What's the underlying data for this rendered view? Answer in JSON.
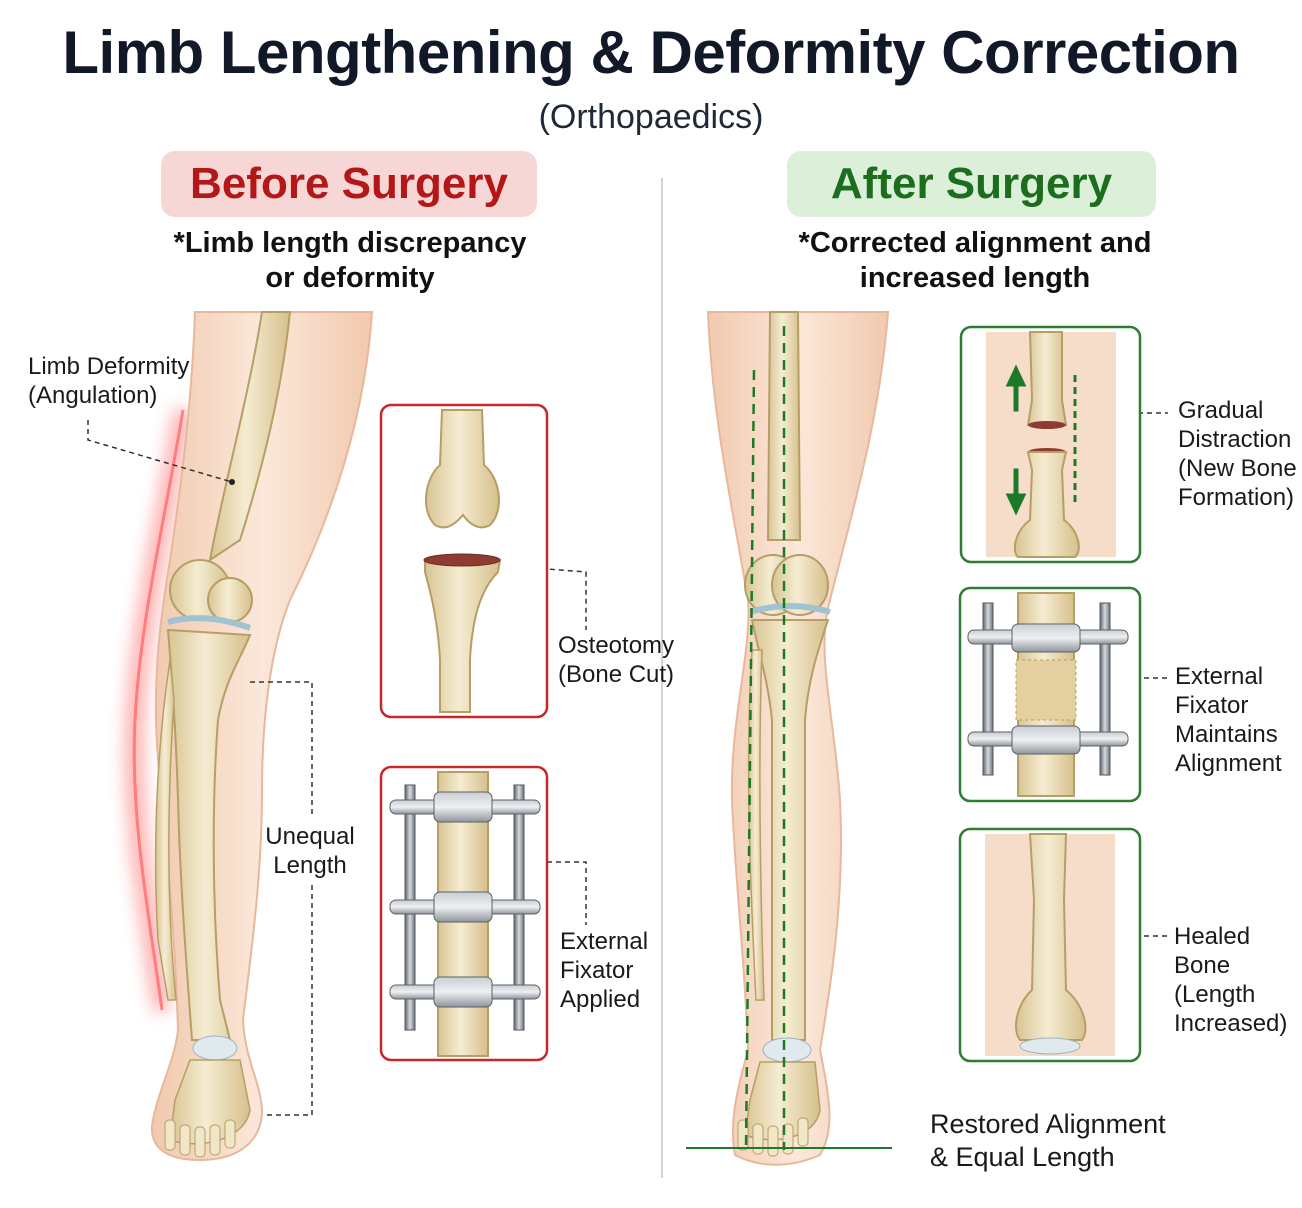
{
  "header": {
    "title": "Limb Lengthening & Deformity Correction",
    "subtitle": "(Orthopaedics)"
  },
  "before": {
    "heading": "Before Surgery",
    "note_line1": "*Limb length discrepancy",
    "note_line2": "or deformity",
    "labels": {
      "deformity_1": "Limb Deformity",
      "deformity_2": "(Angulation)",
      "unequal_1": "Unequal",
      "unequal_2": "Length",
      "osteotomy_1": "Osteotomy",
      "osteotomy_2": "(Bone Cut)",
      "fixator_1": "External",
      "fixator_2": "Fixator",
      "fixator_3": "Applied"
    }
  },
  "after": {
    "heading": "After Surgery",
    "note_line1": "*Corrected alignment and",
    "note_line2": "increased length",
    "labels": {
      "distraction_1": "Gradual",
      "distraction_2": "Distraction",
      "distraction_3": "(New Bone",
      "distraction_4": "Formation)",
      "fixator_1": "External",
      "fixator_2": "Fixator",
      "fixator_3": "Maintains",
      "fixator_4": "Alignment",
      "healed_1": "Healed Bone",
      "healed_2": "(Length",
      "healed_3": "Increased)",
      "restored_1": "Restored Alignment",
      "restored_2": "& Equal Length"
    }
  },
  "colors": {
    "before_accent": "#b31717",
    "after_accent": "#1c6e1e",
    "before_box": "#c62828",
    "after_box": "#2e7d32",
    "bone": "#efe2c0",
    "skin": "#f7dcc8",
    "metal": "#8d949c"
  }
}
